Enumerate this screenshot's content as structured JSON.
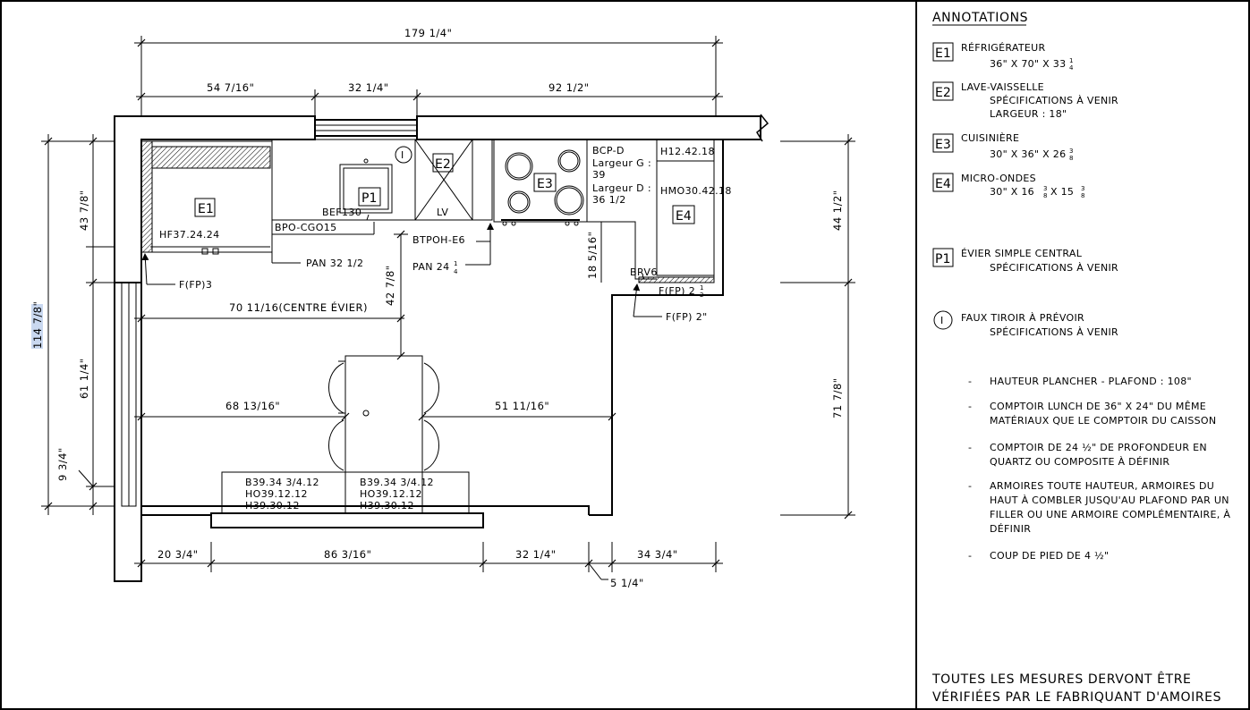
{
  "plan": {
    "overall_dims": {
      "total_width": "179 1/4\"",
      "left_run": "54 7/16\"",
      "window": "32 1/4\"",
      "right_run": "92 1/2\"",
      "left_height_top": "43 7/8\"",
      "left_height_total": "114 7/8\"",
      "left_height_mid": "61 1/4\"",
      "left_height_bottom": "9 3/4\"",
      "right_height_top": "44 1/2\"",
      "right_height_bottom": "71 7/8\"",
      "center_sink": "70 11/16(CENTRE ÉVIER)",
      "island_depth": "42 7/8\"",
      "island_left": "68 13/16\"",
      "island_right": "51 11/16\"",
      "return_depth": "18 5/16\"",
      "bottom_1": "20 3/4\"",
      "bottom_2": "86 3/16\"",
      "bottom_3": "32 1/4\"",
      "bottom_4": "34 3/4\"",
      "bottom_offset": "5 1/4\""
    },
    "tags": {
      "e1": "E1",
      "e2": "E2",
      "e3": "E3",
      "e4": "E4",
      "p1": "P1",
      "i1": "I"
    },
    "labels": {
      "hf": "HF37.24.24",
      "bpo": "BPO-CGO15",
      "bef": "BEF130",
      "lv": "LV",
      "btpoh": "BTPOH-E6",
      "pan_left": "PAN 32 1/2",
      "pan_mid_prefix": "PAN 24",
      "pan_mid_num": "1",
      "pan_mid_den": "4",
      "ffp3": "F(FP)3",
      "bcp": "BCP-D",
      "largeur_g": "Largeur G :",
      "largeur_g_val": "39",
      "largeur_d": "Largeur D :",
      "largeur_d_val": "36 1/2",
      "h12": "H12.42.18",
      "hmo": "HMO30.42.18",
      "brv6": "BRV6",
      "ffp_right_prefix": "F(FP) 2",
      "ffp_right_num": "1",
      "ffp_right_den": "2",
      "ffp2": "F(FP) 2\"",
      "island_left_1": "B39.34 3/4.12",
      "island_left_2": "HO39.12.12",
      "island_left_3": "H39.30.12",
      "island_right_1": "B39.34 3/4.12",
      "island_right_2": "HO39.12.12",
      "island_right_3": "H39.30.12"
    }
  },
  "annotations": {
    "heading": "ANNOTATIONS",
    "equipment": [
      {
        "tag": "E1",
        "name": "RÉFRIGÉRATEUR",
        "spec_prefix": "36\" X 70\" X 33",
        "spec_num": "1",
        "spec_den": "4",
        "spec_rest": "",
        "extra": ""
      },
      {
        "tag": "E2",
        "name": "LAVE-VAISSELLE",
        "spec_prefix": "SPÉCIFICATIONS À VENIR",
        "spec_num": "",
        "spec_den": "",
        "spec_rest": "",
        "extra": "LARGEUR : 18\""
      },
      {
        "tag": "E3",
        "name": "CUISINIÈRE",
        "spec_prefix": "30\" X 36\" X 26",
        "spec_num": "3",
        "spec_den": "8",
        "spec_rest": "",
        "extra": ""
      },
      {
        "tag": "E4",
        "name": "MICRO-ONDES",
        "spec_prefix": "30\" X 16",
        "spec_num": "3",
        "spec_den": "8",
        "spec_rest": "X 15",
        "extra": ""
      }
    ],
    "sink": {
      "tag": "P1",
      "name": "ÉVIER SIMPLE CENTRAL",
      "spec": "SPÉCIFICATIONS À VENIR"
    },
    "drawer": {
      "tag": "I",
      "name": "FAUX TIROIR À PRÉVOIR",
      "spec": "SPÉCIFICATIONS À VENIR"
    },
    "notes": [
      [
        "HAUTEUR PLANCHER - PLAFOND : 108\""
      ],
      [
        "COMPTOIR LUNCH DE 36\" X 24\" DU MÊME",
        "MATÉRIAUX QUE LE COMPTOIR DU CAISSON"
      ],
      [
        "COMPTOIR DE 24 ½\" DE PROFONDEUR EN",
        "QUARTZ OU COMPOSITE À DÉFINIR"
      ],
      [
        "ARMOIRES TOUTE HAUTEUR, ARMOIRES DU",
        "HAUT À COMBLER JUSQU'AU PLAFOND PAR UN",
        "FILLER OU UNE ARMOIRE COMPLÉMENTAIRE, À",
        "DÉFINIR"
      ],
      [
        "COUP DE PIED DE 4 ½\""
      ]
    ],
    "note_bullet": "-",
    "footer_1": "TOUTES LES MESURES DERVONT ÊTRE",
    "footer_2": "VÉRIFIÉES PAR LE FABRIQUANT D'AMOIRES"
  },
  "colors": {
    "line": "#000000",
    "highlight": "#c9d8f0"
  }
}
